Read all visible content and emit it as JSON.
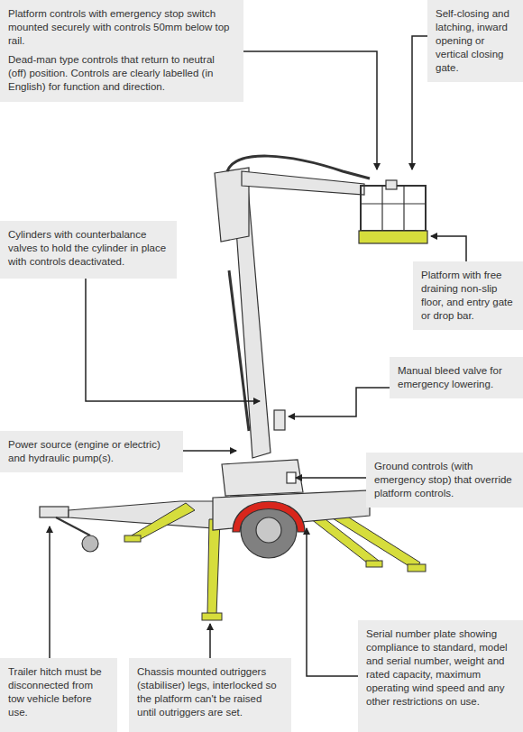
{
  "diagram": {
    "nodes": [
      {
        "text": [
          "Platform controls with emergency stop switch mounted securely with controls 50mm below top rail.",
          "Dead-man type controls that return to neutral (off) position. Controls are clearly labelled (in English) for function and direction."
        ]
      },
      {
        "text": [
          "Self-closing and latching, inward opening or vertical closing gate."
        ]
      },
      {
        "text": [
          "Cylinders with counterbalance valves to hold the cylinder in place with controls deactivated."
        ]
      },
      {
        "text": [
          "Platform with free draining non-slip floor, and entry gate or drop bar."
        ]
      },
      {
        "text": [
          "Manual bleed valve for emergency lowering."
        ]
      },
      {
        "text": [
          "Power source (engine or electric) and hydraulic pump(s)."
        ]
      },
      {
        "text": [
          "Ground controls (with emergency stop) that override platform controls."
        ]
      },
      {
        "text": [
          "Trailer hitch must be disconnected from tow vehicle before use."
        ]
      },
      {
        "text": [
          "Chassis mounted outriggers (stabiliser) legs, interlocked so the platform can't be raised until outriggers are set."
        ]
      },
      {
        "text": [
          "Serial number plate showing compliance to standard, model and serial number, weight and rated capacity, maximum operating wind speed and any other restrictions on use."
        ]
      }
    ]
  }
}
